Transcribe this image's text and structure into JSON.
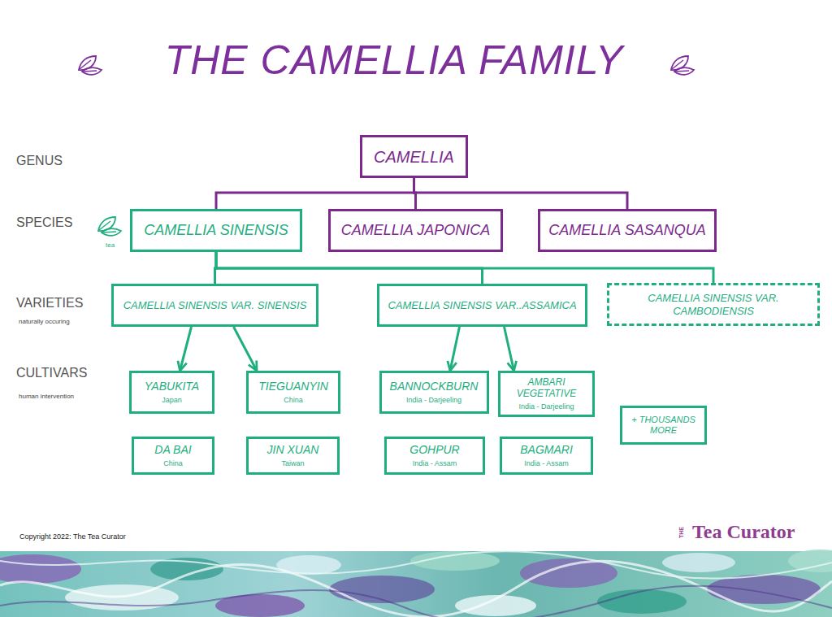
{
  "diagram": {
    "title": "THE CAMELLIA FAMILY",
    "nodes": [
      {
        "text": [
          "CAMELLIA"
        ]
      },
      {
        "text": [
          "CAMELLIA SINENSIS"
        ]
      },
      {
        "text": [
          "CAMELLIA JAPONICA"
        ]
      },
      {
        "text": [
          "CAMELLIA SASANQUA"
        ]
      },
      {
        "text": [
          "CAMELLIA SINENSIS VAR. SINENSIS"
        ]
      },
      {
        "text": [
          "CAMELLIA SINENSIS VAR..ASSAMICA"
        ]
      },
      {
        "text": [
          "CAMELLIA SINENSIS VAR. CAMBODIENSIS"
        ]
      },
      {
        "text": [
          "YABUKITA",
          "Japan"
        ]
      },
      {
        "text": [
          "TIEGUANYIN",
          "China"
        ]
      },
      {
        "text": [
          "BANNOCKBURN",
          "India - Darjeeling"
        ]
      },
      {
        "text": [
          "AMBARI VEGETATIVE",
          "India - Darjeeling"
        ]
      },
      {
        "text": [
          "+ THOUSANDS MORE"
        ]
      },
      {
        "text": [
          "DA BAI",
          "China"
        ]
      },
      {
        "text": [
          "JIN XUAN",
          "Taiwan"
        ]
      },
      {
        "text": [
          "GOHPUR",
          "India - Assam"
        ]
      },
      {
        "text": [
          "BAGMARI",
          "India - Assam"
        ]
      }
    ],
    "edges": [
      {
        "from": 0,
        "to": 1,
        "arrow": "none"
      },
      {
        "from": 0,
        "to": 2,
        "arrow": "none"
      },
      {
        "from": 0,
        "to": 3,
        "arrow": "none"
      },
      {
        "from": 1,
        "to": 4,
        "arrow": "none"
      },
      {
        "from": 1,
        "to": 5,
        "arrow": "none"
      },
      {
        "from": 1,
        "to": 6,
        "arrow": "none"
      },
      {
        "from": 4,
        "to": 7,
        "arrow": "to"
      },
      {
        "from": 4,
        "to": 8,
        "arrow": "to"
      },
      {
        "from": 5,
        "to": 9,
        "arrow": "to"
      },
      {
        "from": 5,
        "to": 10,
        "arrow": "to"
      }
    ],
    "labels": [
      "GENUS",
      "SPECIES",
      "tea",
      "VARIETIES",
      "naturally occuring",
      "CULTIVARS",
      "human intervention",
      "Copyright 2022: The Tea Curator",
      "THE",
      "Tea Curator"
    ]
  }
}
